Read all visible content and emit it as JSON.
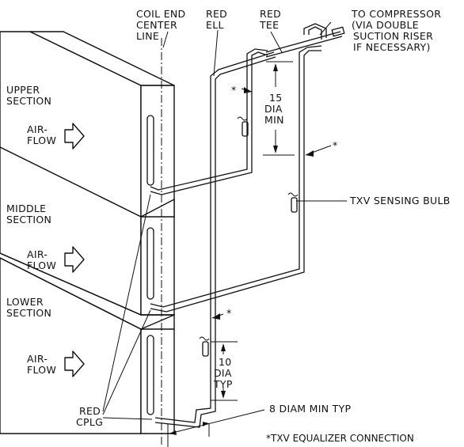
{
  "labels": {
    "coil_end_1": "COIL END",
    "coil_end_2": "CENTER",
    "coil_end_3": "LINE",
    "red_ell_1": "RED",
    "red_ell_2": "ELL",
    "red_tee_1": "RED",
    "red_tee_2": "TEE",
    "to_comp_1": "TO COMPRESSOR",
    "to_comp_2": "(VIA DOUBLE",
    "to_comp_3": "SUCTION RISER",
    "to_comp_4": "IF NECESSARY)",
    "upper_1": "UPPER",
    "upper_2": "SECTION",
    "middle_1": "MIDDLE",
    "middle_2": "SECTION",
    "lower_1": "LOWER",
    "lower_2": "SECTION",
    "air": "AIR-",
    "flow": "FLOW",
    "dia15_1": "15",
    "dia15_2": "DIA",
    "dia15_3": "MIN",
    "dia10_1": "10",
    "dia10_2": "DIA",
    "dia10_3": "TYP",
    "txv_bulb": "TXV SENSING BULB",
    "red_cplg_1": "RED",
    "red_cplg_2": "CPLG",
    "diam8": "8 DIAM MIN TYP",
    "star": "*",
    "footnote": "*TXV EQUALIZER CONNECTION"
  },
  "icons": [
    "airflow-arrow-icon",
    "sensing-bulb-icon",
    "leader-arrow-icon"
  ]
}
